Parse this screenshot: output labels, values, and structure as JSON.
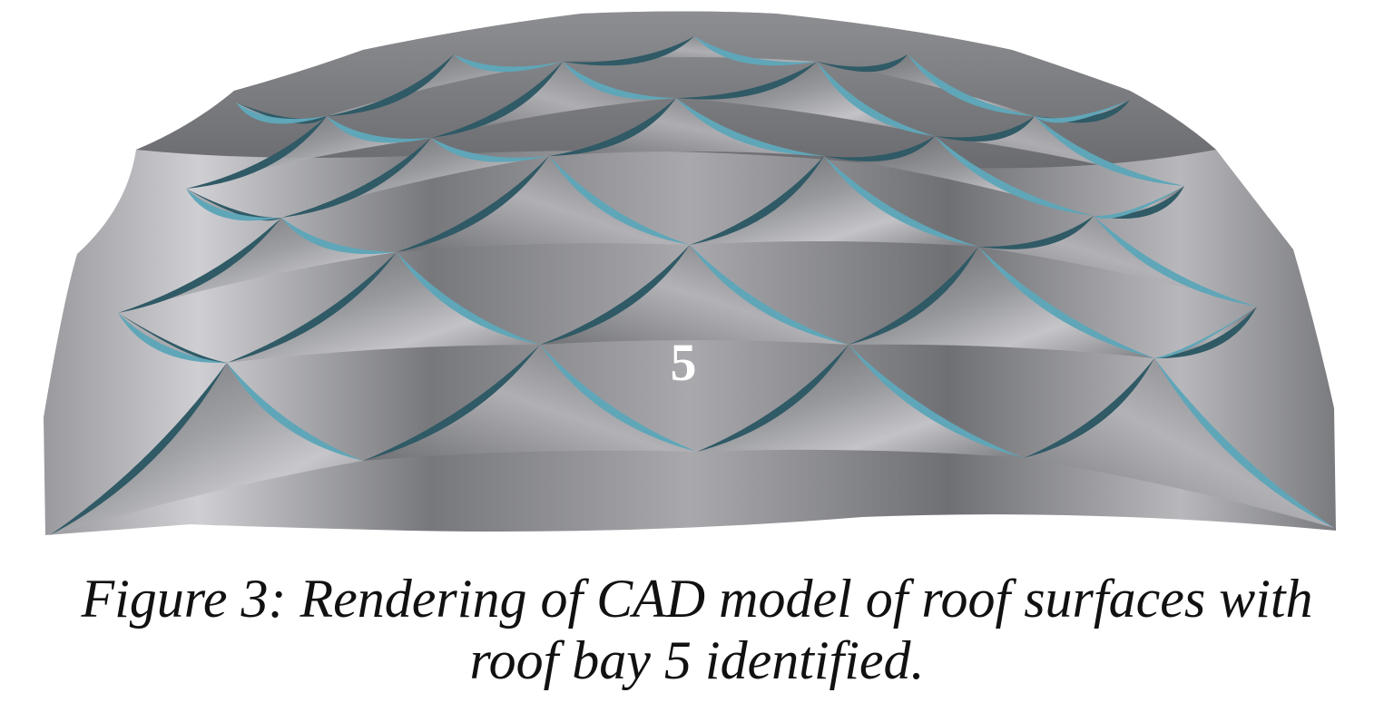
{
  "figure": {
    "bay_label": "5",
    "colors": {
      "panel_light": "#c8c8cc",
      "panel_mid": "#8c8c90",
      "panel_dark": "#5e5f63",
      "seam_teal": "#5fa6b8",
      "seam_dark": "#2f5a66"
    }
  },
  "caption": {
    "line1": "Figure 3: Rendering of CAD model of roof surfaces with",
    "line2": "roof bay 5 identified."
  }
}
